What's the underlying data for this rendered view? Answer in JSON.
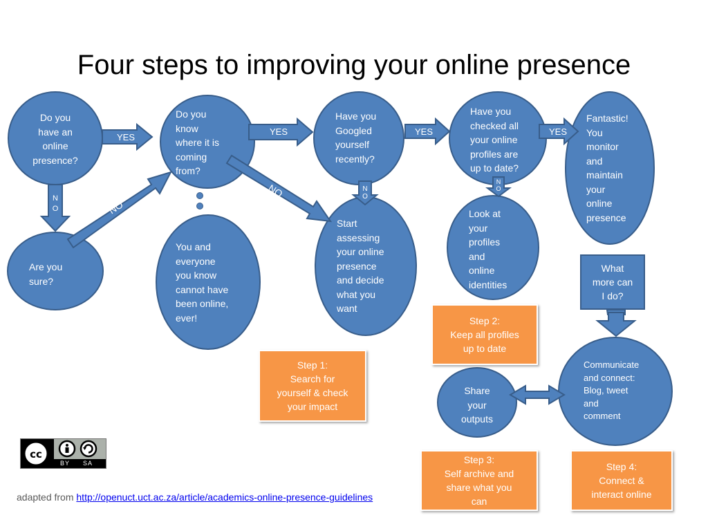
{
  "title": "Four steps to improving your online presence",
  "nodes": {
    "have_presence": "Do  you\nhave an\nonline\npresence?",
    "know_where": "Do you\nknow\nwhere it is\ncoming\nfrom?",
    "googled": "Have you\nGoogled\nyourself\nrecently?",
    "checked_profiles": "Have you\nchecked all\nyour online\nprofiles are\nup to date?",
    "fantastic": "Fantastic!\nYou\nmonitor\nand\nmaintain\nyour\nonline\npresence",
    "are_you_sure": "Are you\nsure?",
    "everyone_online": "You and\neveryone\nyou know\ncannot have\nbeen online,\never!",
    "start_assessing": "Start\nassessing\nyour online\npresence\nand decide\nwhat you\nwant",
    "look_profiles": "Look at\nyour\nprofiles\nand\nonline\nidentities",
    "share_outputs": "Share\nyour\noutputs",
    "communicate": "Communicate\nand connect:\nBlog, tweet\nand\ncomment",
    "what_more": "What\nmore can\nI do?"
  },
  "arrows": {
    "yes1": "YES",
    "yes2": "YES",
    "yes3": "YES",
    "yes4": "YES",
    "no_down1": "N\nO",
    "no_down2": "N\nO",
    "no_down3": "N\nO",
    "no_diag1": "NO",
    "no_diag2": "NO"
  },
  "steps": {
    "step1": "Step 1:\nSearch for\nyourself & check\nyour impact",
    "step2": "Step 2:\nKeep all profiles\nup to date",
    "step3": "Step 3:\nSelf archive and\nshare what you\ncan",
    "step4": "Step 4:\nConnect &\ninteract online"
  },
  "license": {
    "icon": "creative-commons-by-sa-icon",
    "by": "BY",
    "sa": "SA"
  },
  "footer": {
    "prefix": "adapted from ",
    "link": "http://openuct.uct.ac.za/article/academics-online-presence-guidelines"
  },
  "colors": {
    "node_fill": "#4f81bd",
    "node_stroke": "#385d8a",
    "step_fill": "#f79646"
  }
}
